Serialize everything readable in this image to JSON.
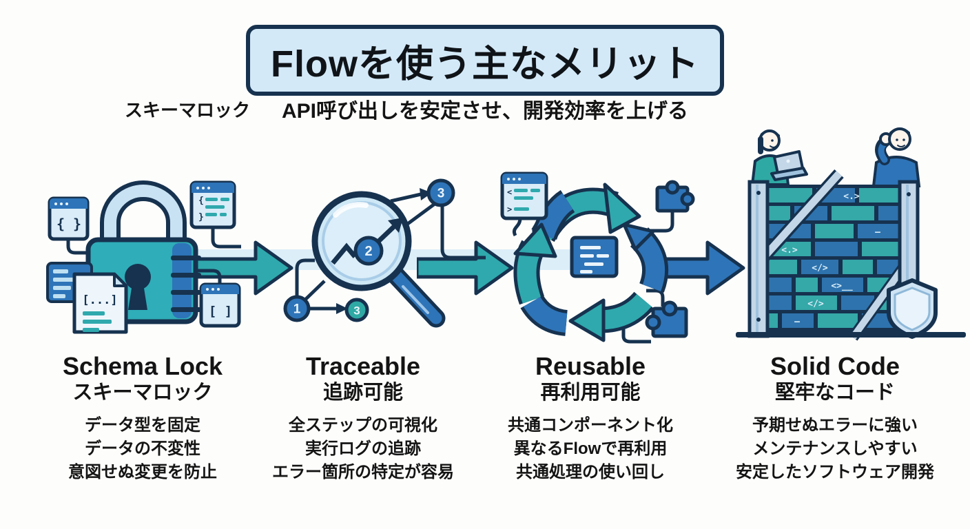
{
  "header": {
    "title": "Flowを使う主なメリット",
    "subtitle": "API呼び出しを安定させ、開発効率を上げる",
    "side_label": "スキーマロック"
  },
  "benefits": [
    {
      "title_en": "Schema Lock",
      "title_ja": "スキーマロック",
      "icon": "padlock-icon",
      "points": [
        "データ型を固定",
        "データの不変性",
        "意図せぬ変更を防止"
      ]
    },
    {
      "title_en": "Traceable",
      "title_ja": "追跡可能",
      "icon": "magnifier-trace-icon",
      "points": [
        "全ステップの可視化",
        "実行ログの追跡",
        "エラー箇所の特定が容易"
      ]
    },
    {
      "title_en": "Reusable",
      "title_ja": "再利用可能",
      "icon": "recycle-puzzle-icon",
      "points": [
        "共通コンポーネント化",
        "異なるFlowで再利用",
        "共通処理の使い回し"
      ]
    },
    {
      "title_en": "Solid Code",
      "title_ja": "堅牢なコード",
      "icon": "code-wall-icon",
      "points": [
        "予期せぬエラーに強い",
        "メンテナンスしやすい",
        "安定したソフトウェア開発"
      ]
    }
  ],
  "trace_nodes": {
    "n1": "1",
    "n2": "2",
    "n3a": "3",
    "n3b": "3"
  },
  "code_glyphs": {
    "braces": "{ }",
    "brackets": "[ ]",
    "ellipsis": "[...]",
    "brace_open": "{",
    "brace_close": "}",
    "lt": "<",
    "gt": ">"
  },
  "wall_glyphs": [
    "<.>",
    "—",
    "<.>",
    "</>",
    "<>__",
    "</>",
    "—"
  ],
  "colors": {
    "teal": "#2fa9ad",
    "blue": "#2e74b8",
    "navy": "#16324f",
    "light_blue": "#cfe6f5",
    "pale_band": "#dceef8",
    "title_bg": "#d3e9f8",
    "text": "#141414"
  }
}
